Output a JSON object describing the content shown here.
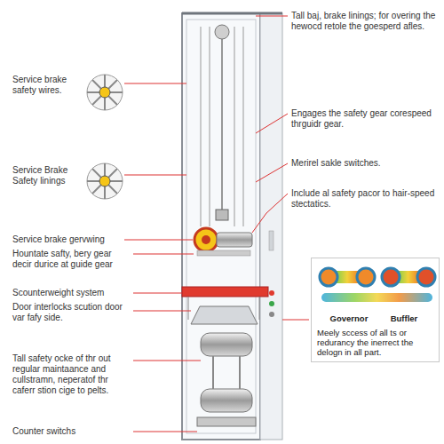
{
  "diagram": {
    "nodes": [
      {
        "text": [
          "Governor",
          "Buffler",
          "Meely sccess of all ts or redurancy the inerrect the delogn in all part."
        ]
      }
    ],
    "labels": [
      "Service brake safety wires.",
      "Service Brake Safety linings",
      "Service brake gervwing",
      "Hountate safty, bery gear decir durice at guide gear",
      "Scounterweight system",
      "Door interlocks scution door var fafy side.",
      "Tall safety ocke of thr out regular maintaance and cullstramn, neperatof thr caferr stion cige to pelts.",
      "Counter switchs",
      "Tall baj, brake linings; for overing the hewocd retole the goesperd afles.",
      "Engages the safety gear corespeed thrguidr gear.",
      "Merirel sakle switches.",
      "Include al safety pacor to hair-speed stectatics."
    ]
  }
}
